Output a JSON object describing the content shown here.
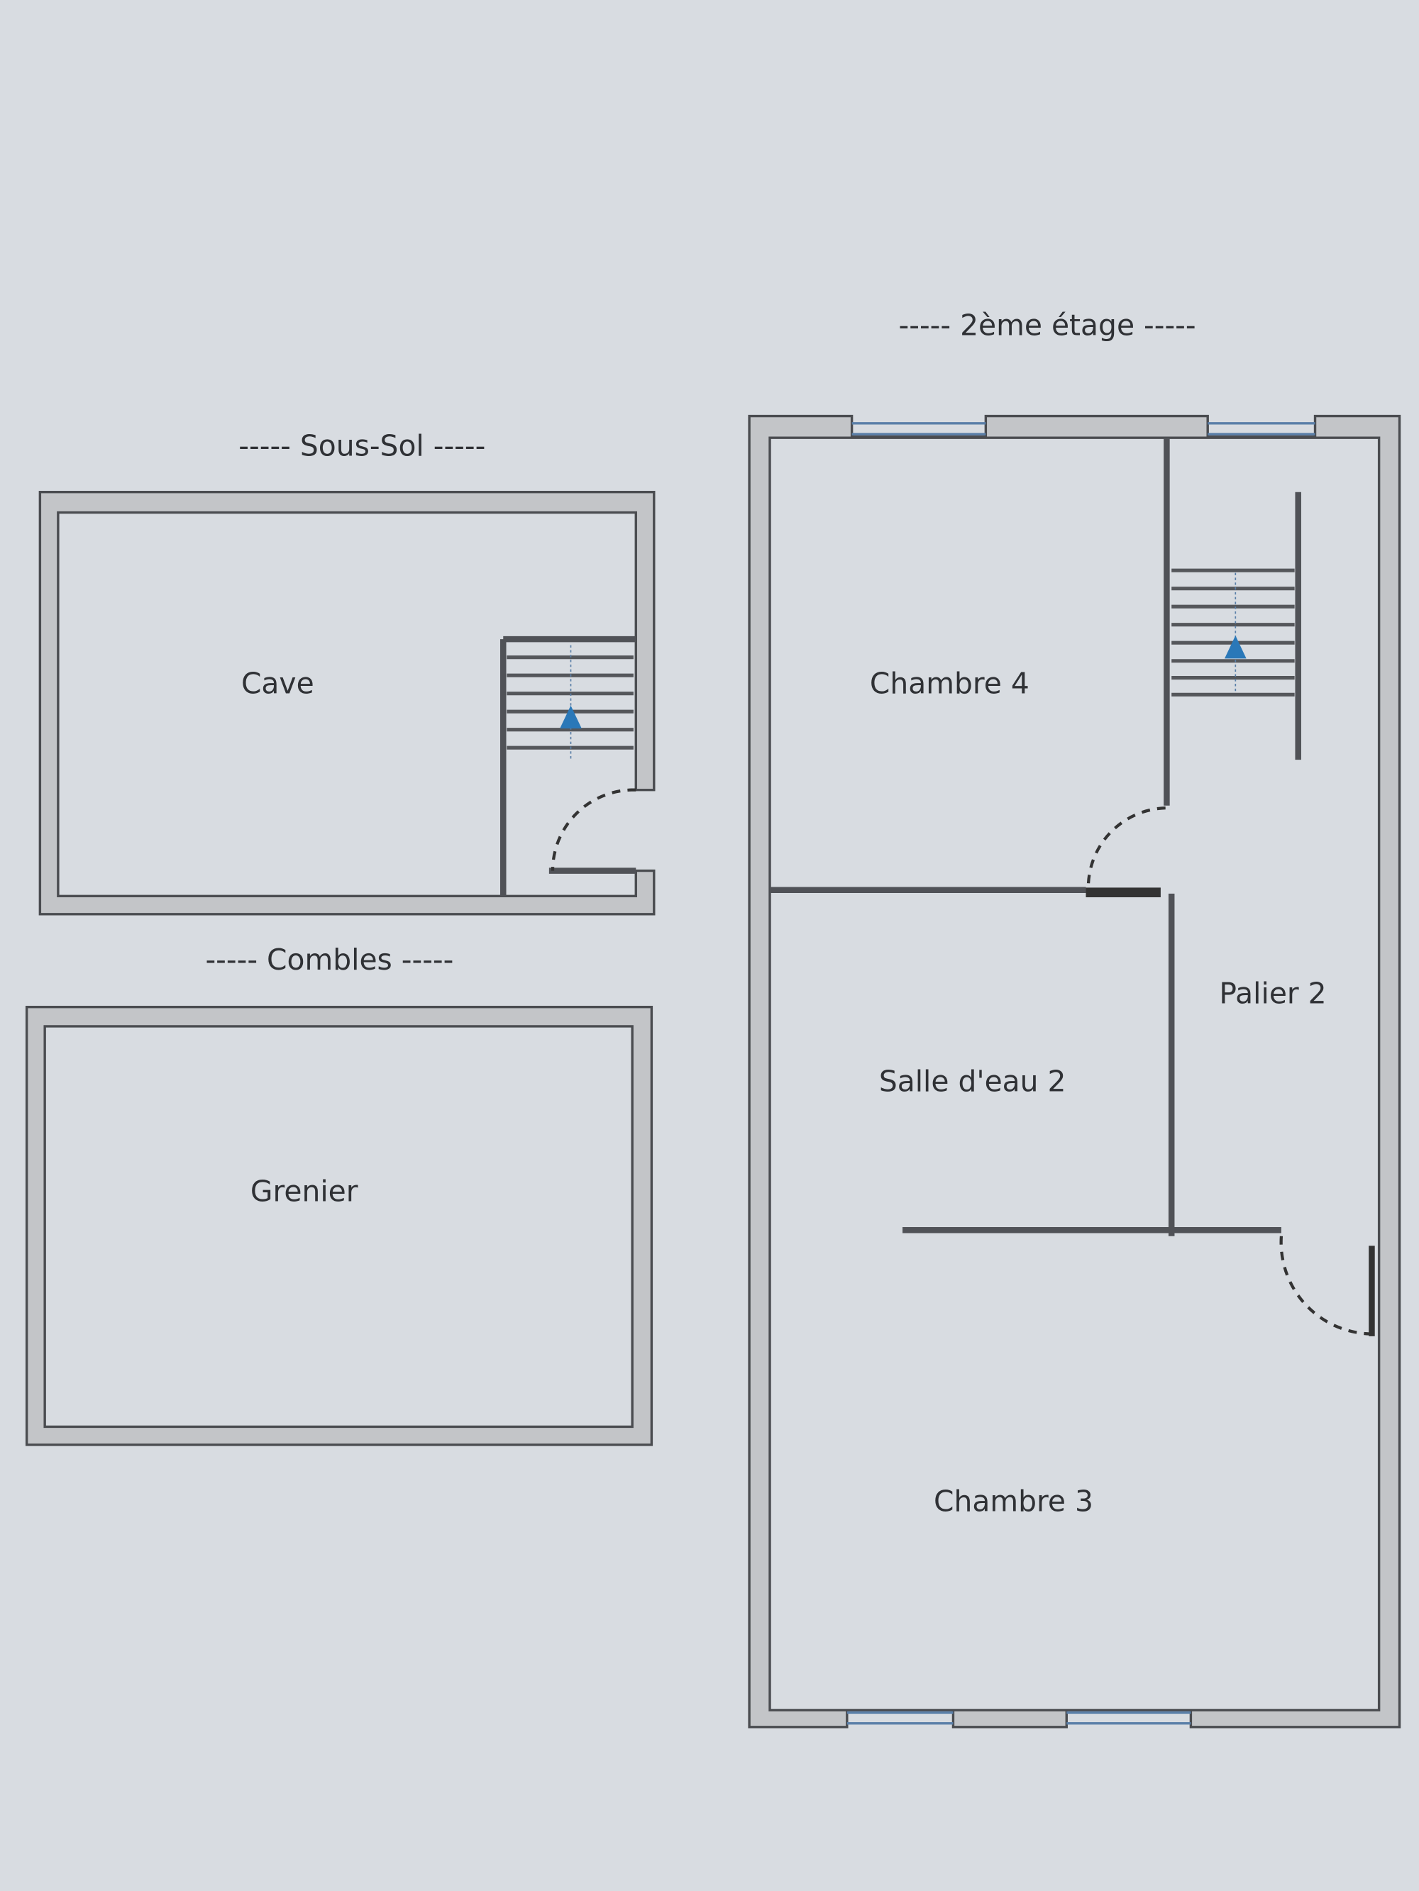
{
  "titles": {
    "basement": "-----  Sous-Sol  -----",
    "attic": "-----  Combles  -----",
    "second_floor": "-----  2ème étage  -----"
  },
  "rooms": {
    "cave": "Cave",
    "grenier": "Grenier",
    "chambre4": "Chambre 4",
    "salle_eau2": "Salle d'eau 2",
    "palier2": "Palier 2",
    "chambre3": "Chambre 3"
  },
  "colors": {
    "background": "#d8dce1",
    "wall": "#c3c5c8",
    "window": "#5a7fa8",
    "stair_arrow": "#2a78b8"
  }
}
